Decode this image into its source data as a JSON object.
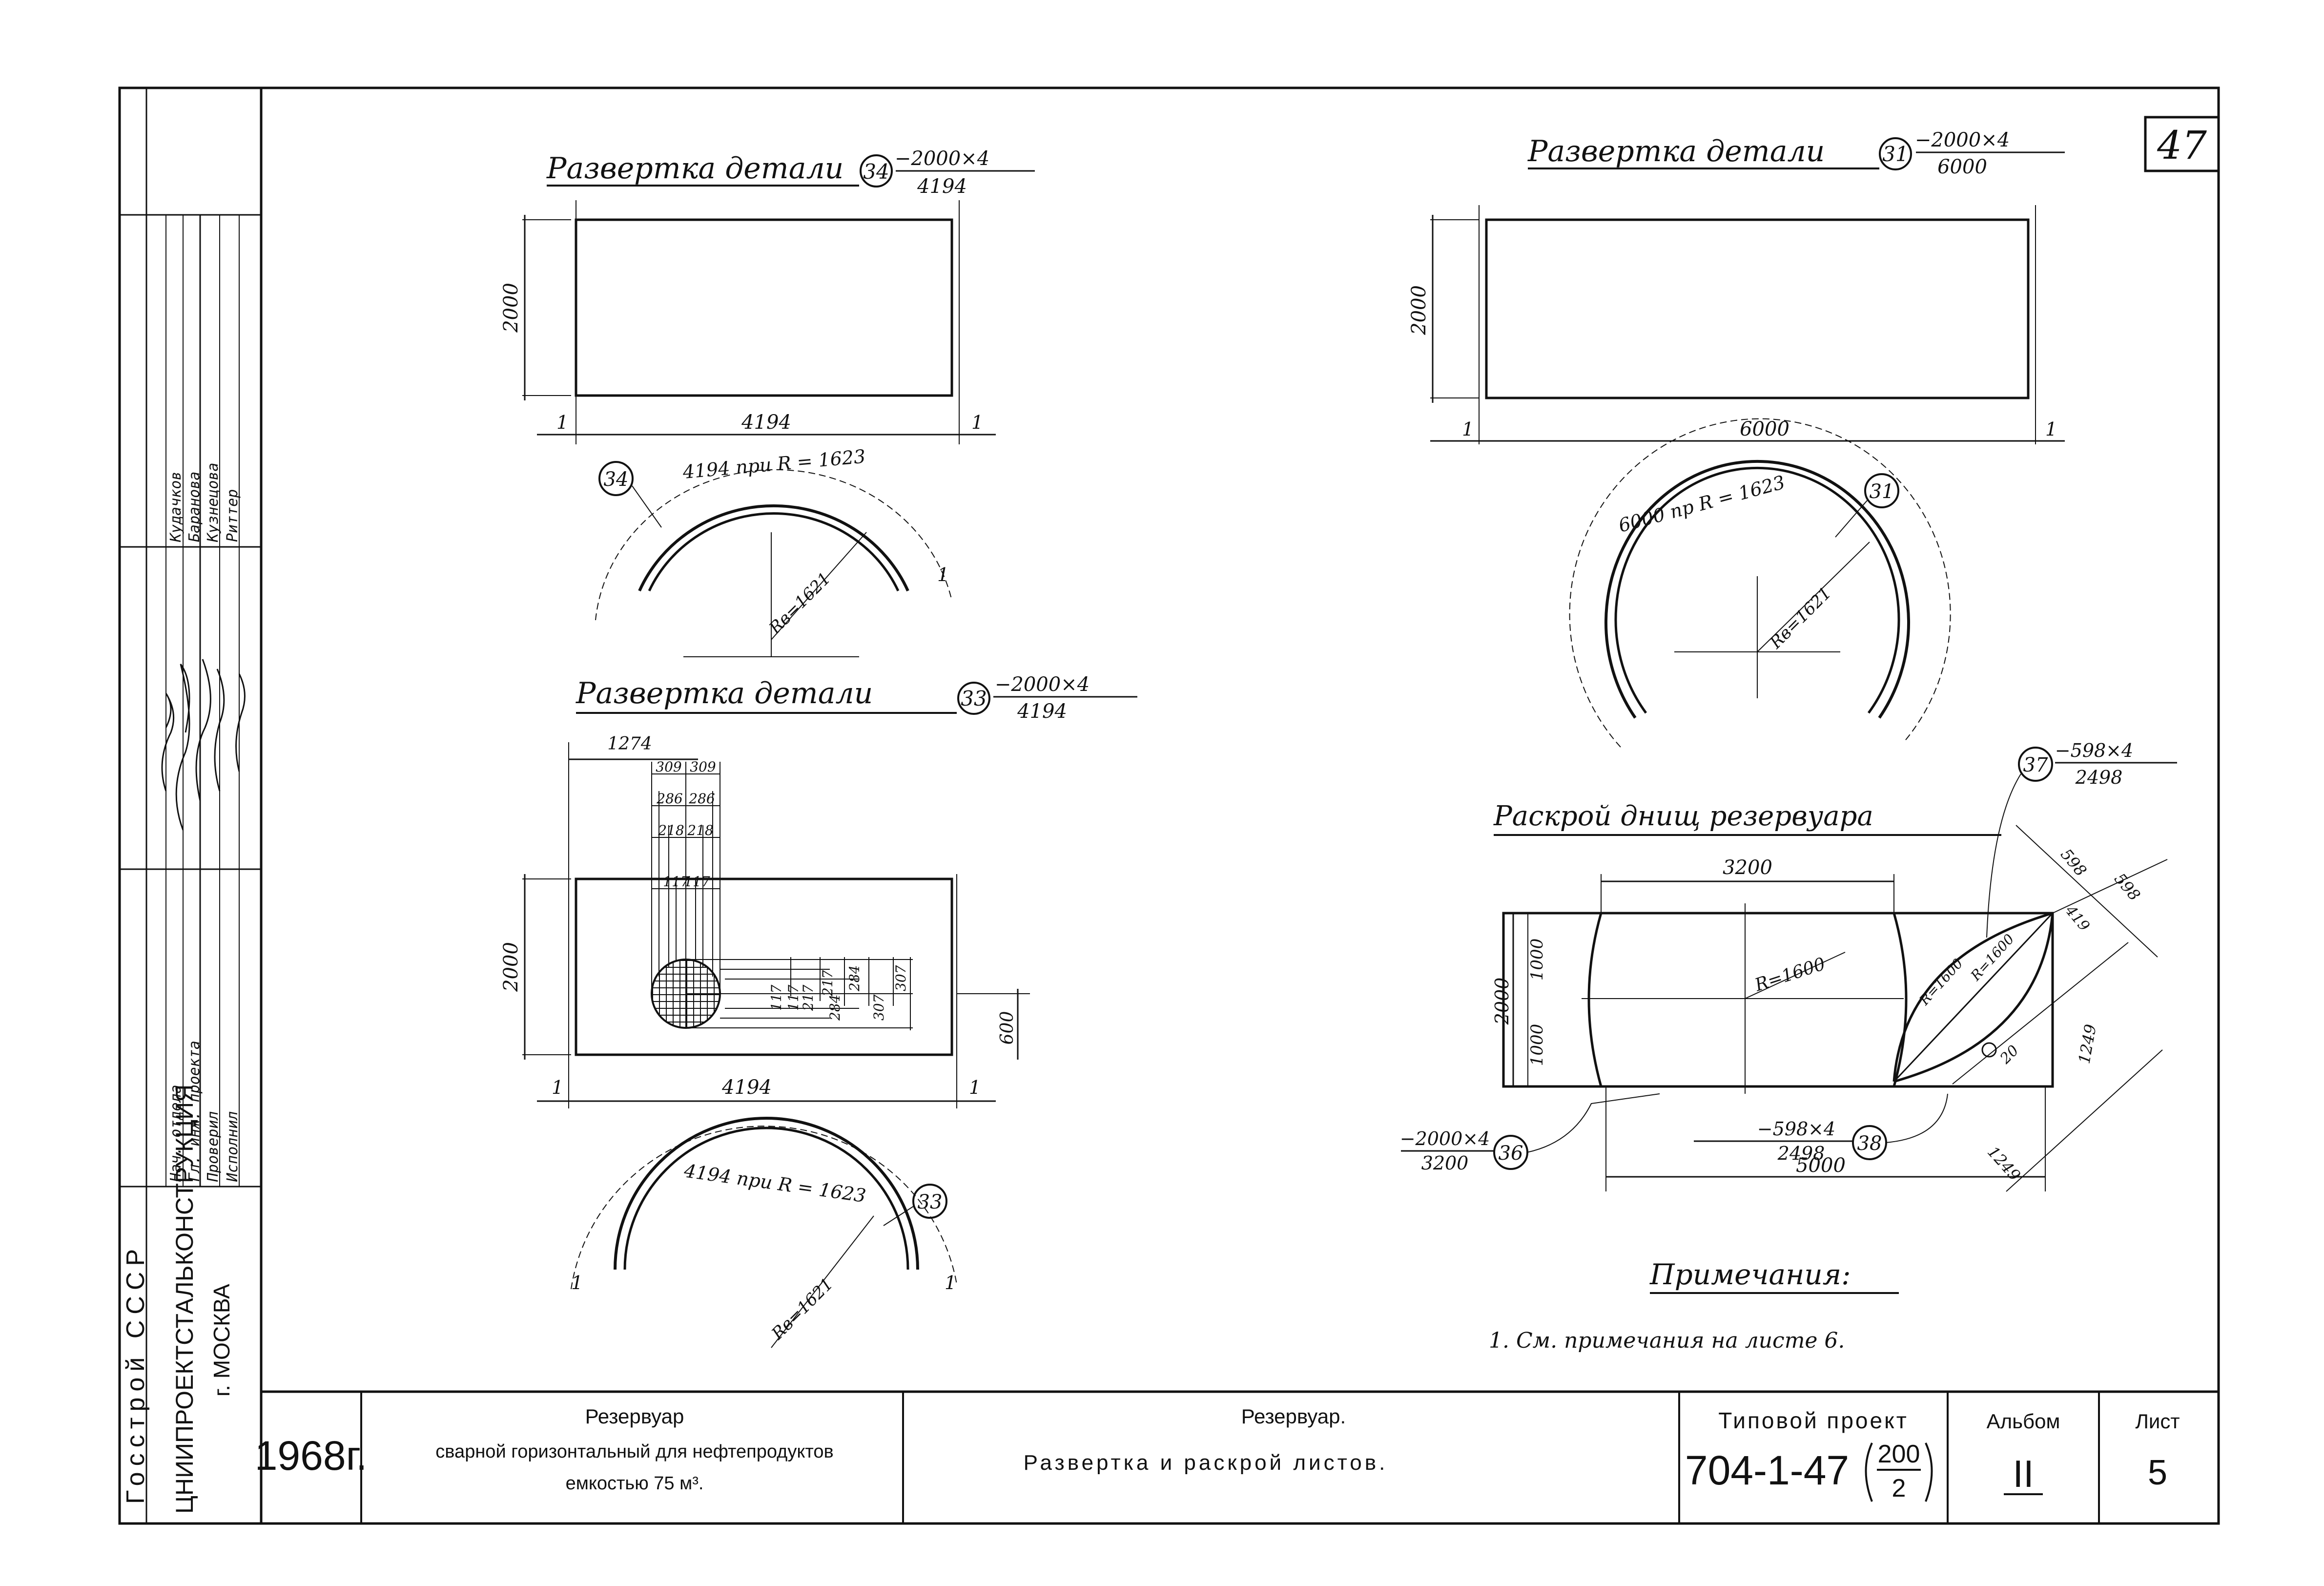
{
  "sheet_number_corner": "47",
  "left_block": {
    "org": "Госстрой СССР",
    "institute": "ЦНИИПРОЕКТСТАЛЬКОНСТРУКЦИЯ",
    "city": "г. МОСКВА",
    "roles": [
      "Нач. отдела",
      "Гл. инж. проекта",
      "Проверил",
      "Исполнил"
    ],
    "names": [
      "Кудачков",
      "Баранова",
      "Кузнецова",
      "Риттер"
    ]
  },
  "detail_34": {
    "title": "Развертка детали",
    "mark": "34",
    "spec_top": "−2000×4",
    "spec_bottom": "4194",
    "height": "2000",
    "length": "4194",
    "allowance_left": "1",
    "allowance_right": "1",
    "arc_mark": "34",
    "arc_label": "4194 при R = 1623",
    "arc_radius": "Rв=1621",
    "arc_allowance": "1"
  },
  "detail_31": {
    "title": "Развертка детали",
    "mark": "31",
    "spec_top": "−2000×4",
    "spec_bottom": "6000",
    "height": "2000",
    "length": "6000",
    "allowance_left": "1",
    "allowance_right": "1",
    "arc_mark": "31",
    "arc_label": "6000 пр R = 1623",
    "arc_radius": "Rв=1621"
  },
  "detail_33": {
    "title": "Развертка детали",
    "mark": "33",
    "spec_top": "−2000×4",
    "spec_bottom": "4194",
    "height": "2000",
    "length": "4194",
    "allowance_left": "1",
    "allowance_right": "1",
    "offset": "1274",
    "hole_dims_h": [
      "309",
      "309",
      "286",
      "286",
      "218",
      "218",
      "117",
      "117"
    ],
    "hole_dims_v": [
      "117",
      "117",
      "217",
      "217",
      "284",
      "284",
      "307",
      "307"
    ],
    "bottom_offset": "600",
    "arc_mark": "33",
    "arc_label": "4194 при R = 1623",
    "arc_radius": "Rв=1621",
    "arc_allowance_left": "1",
    "arc_allowance_right": "1"
  },
  "bottom_cut": {
    "title": "Раскрой днищ резервуара",
    "width_top": "3200",
    "height": "2000",
    "half_top": "1000",
    "half_bottom": "1000",
    "radius": "R=1600",
    "radius_a": "R=1600",
    "radius_b": "R=1600",
    "total_length": "5000",
    "dim_598_a": "598",
    "dim_598_b": "598",
    "dim_419": "419",
    "dim_1249_a": "1249",
    "dim_1249_b": "1249",
    "dim_20": "20",
    "mark_37": "37",
    "spec_37_top": "−598×4",
    "spec_37_bottom": "2498",
    "mark_36": "36",
    "spec_36_top": "−2000×4",
    "spec_36_bottom": "3200",
    "mark_38": "38",
    "spec_38_top": "−598×4",
    "spec_38_bottom": "2498"
  },
  "notes": {
    "heading": "Примечания:",
    "items": [
      "1. См. примечания на листе 6."
    ]
  },
  "title_block": {
    "year": "1968г.",
    "object_title": "Резервуар",
    "object_desc_1": "сварной горизонтальный для нефтепродуктов",
    "object_desc_2": "емкостью 75 м³.",
    "sheet_title": "Резервуар.",
    "sheet_desc": "Развертка и раскрой листов.",
    "project_label": "Типовой проект",
    "project_number": "704-1-47",
    "project_fraction_top": "200",
    "project_fraction_bottom": "2",
    "album_label": "Альбом",
    "album_value": "II",
    "sheet_label": "Лист",
    "sheet_value": "5"
  }
}
